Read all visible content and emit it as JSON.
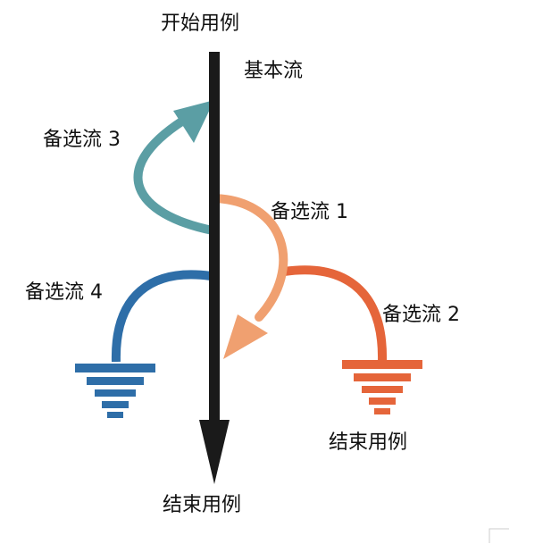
{
  "labels": {
    "start_use_case": "开始用例",
    "basic_flow": "基本流",
    "alt_flow_3": "备选流 3",
    "alt_flow_1": "备选流 1",
    "alt_flow_4": "备选流 4",
    "alt_flow_2": "备选流 2",
    "end_use_case_side": "结束用例",
    "end_use_case_bottom": "结束用例"
  },
  "colors": {
    "basic_flow": "#1a1a1a",
    "alt_flow_3": "#5b9ea4",
    "alt_flow_1": "#f0a070",
    "alt_flow_4": "#2e6ea8",
    "alt_flow_2": "#e5653a"
  }
}
